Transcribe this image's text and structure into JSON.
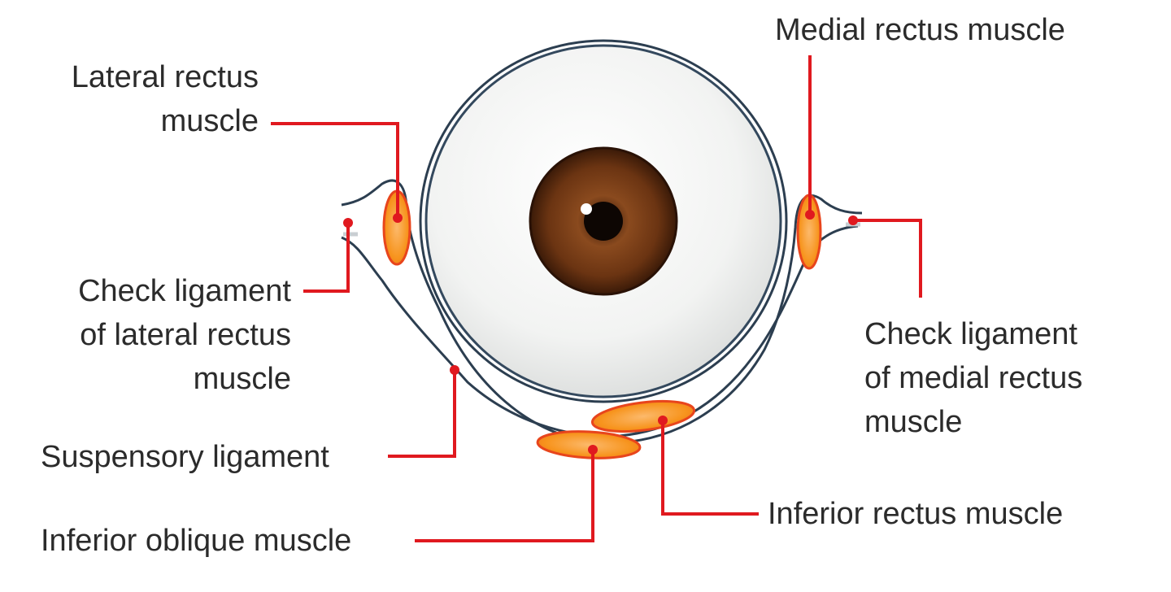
{
  "labels": {
    "lateral_rectus": [
      "Lateral rectus",
      "muscle"
    ],
    "medial_rectus": [
      "Medial rectus muscle"
    ],
    "check_lateral": [
      "Check ligament",
      "of lateral rectus",
      "muscle"
    ],
    "check_medial": [
      "Check ligament",
      "of medial rectus",
      "muscle"
    ],
    "suspensory": [
      "Suspensory ligament"
    ],
    "inferior_rectus": [
      "Inferior rectus muscle"
    ],
    "inferior_oblique": [
      "Inferior oblique muscle"
    ]
  },
  "colors": {
    "leader_line": "#e0191f",
    "muscle_fill": "#f7941d",
    "muscle_edge": "#e8451c",
    "outline": "#2c3e50",
    "iris": "#6b3412",
    "sclera": "#f2f3f2"
  }
}
